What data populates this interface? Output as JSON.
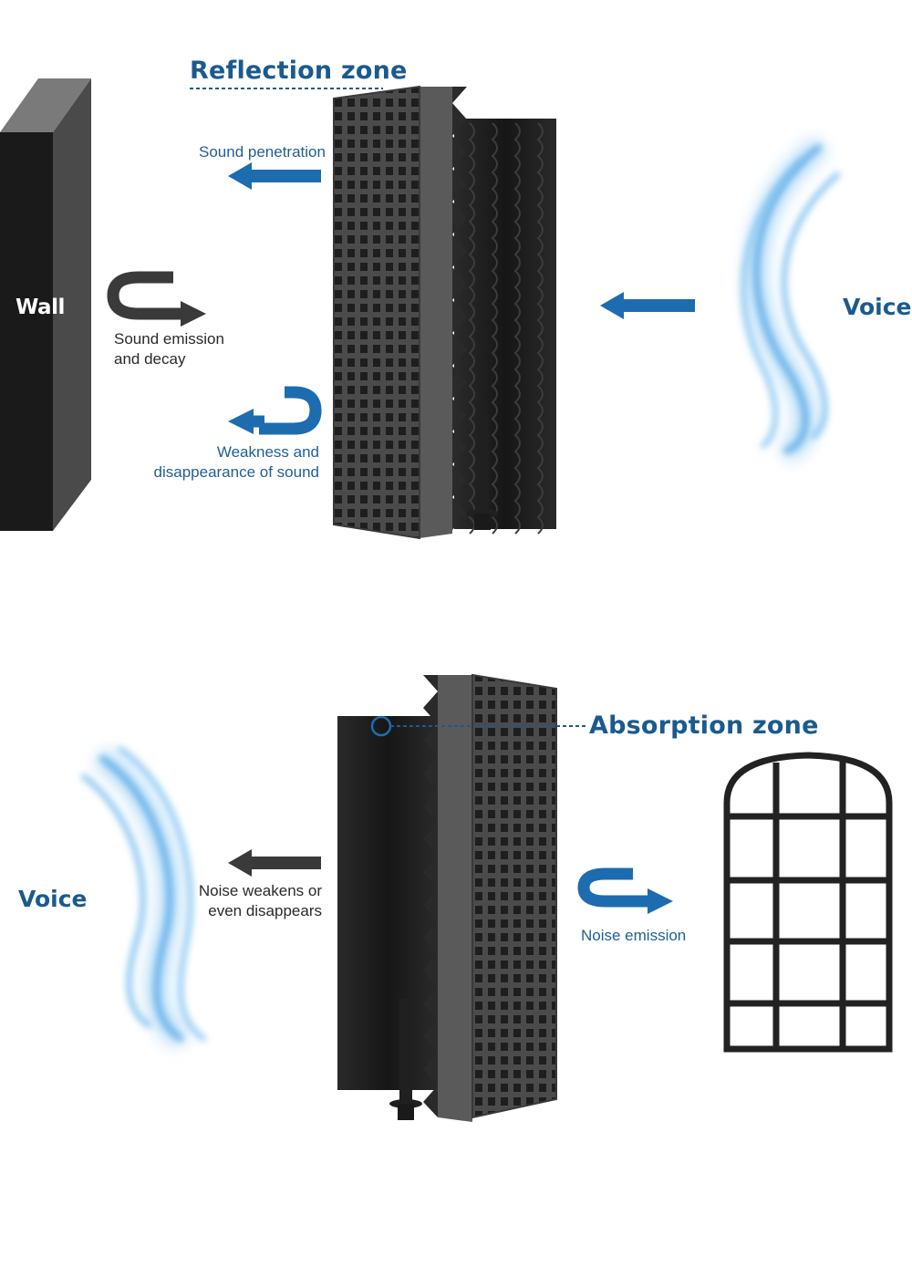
{
  "top_panel": {
    "zone_title": "Reflection zone",
    "wall_label": "Wall",
    "voice_label": "Voice",
    "labels": {
      "sound_penetration": "Sound penetration",
      "sound_emission_line1": "Sound emission",
      "sound_emission_line2": "and decay",
      "weakness_line1": "Weakness and",
      "weakness_line2": "disappearance of sound"
    }
  },
  "bottom_panel": {
    "zone_title": "Absorption zone",
    "voice_label": "Voice",
    "labels": {
      "noise_weakens_line1": "Noise weakens or",
      "noise_weakens_line2": "even disappears",
      "noise_emission": "Noise emission"
    }
  },
  "colors": {
    "accent_blue": "#1b5a8e",
    "arrow_blue": "#1d6cb0",
    "arrow_dark": "#3a3a3a",
    "wave_blue": "#6fb8ee",
    "panel_gray": "#4a4a4a",
    "foam_black": "#1c1c1c"
  }
}
